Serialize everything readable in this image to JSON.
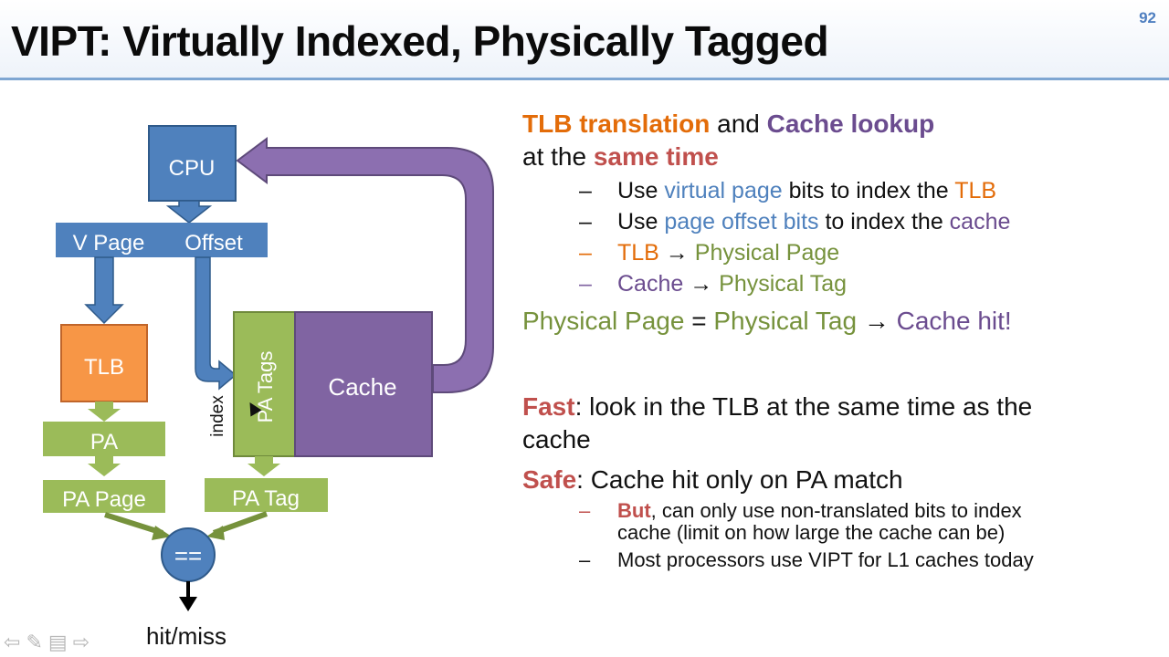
{
  "slide": {
    "title": "VIPT: Virtually Indexed, Physically Tagged",
    "number": "92"
  },
  "diagram": {
    "cpu": "CPU",
    "v_page": "V Page",
    "offset": "Offset",
    "tlb": "TLB",
    "pa": "PA",
    "pa_page": "PA Page",
    "pa_tags": "PA Tags",
    "cache": "Cache",
    "index": "index",
    "pa_tag": "PA Tag",
    "compare": "==",
    "hit_miss": "hit/miss"
  },
  "content": {
    "l1": {
      "a": "TLB translation",
      "b": " and ",
      "c": "Cache lookup"
    },
    "l2": {
      "a": "at the ",
      "b": "same time"
    },
    "bullets": {
      "b1": {
        "dash": "–",
        "a": "Use ",
        "b": "virtual page",
        "c": " bits to index the ",
        "d": "TLB"
      },
      "b2": {
        "dash": "–",
        "a": "Use ",
        "b": "page offset bits",
        "c": " to index the ",
        "d": "cache"
      },
      "b3": {
        "dash": "–",
        "a": "TLB",
        "b": " → ",
        "c": "Physical Page"
      },
      "b4": {
        "dash": "–",
        "a": "Cache",
        "b": " → ",
        "c": "Physical Tag"
      }
    },
    "eq": {
      "a": "Physical Page",
      "b": " = ",
      "c": "Physical Tag",
      "d": " → ",
      "e": "Cache hit!"
    },
    "fast": {
      "a": "Fast",
      "b": ": look in the TLB at the same time as the",
      "c": "cache"
    },
    "safe": {
      "a": "Safe",
      "b": ": Cache hit only on PA match"
    },
    "small": {
      "s1": {
        "dash": "–",
        "a": "But",
        "b": ", can only use non-translated bits to index",
        "c": "cache (limit on how large the cache can be)"
      },
      "s2": {
        "dash": "–",
        "a": "Most processors use VIPT for L1 caches today"
      }
    }
  },
  "nav": {
    "prev": "⇦",
    "pen": "✎",
    "menu": "▤",
    "next": "⇨"
  }
}
